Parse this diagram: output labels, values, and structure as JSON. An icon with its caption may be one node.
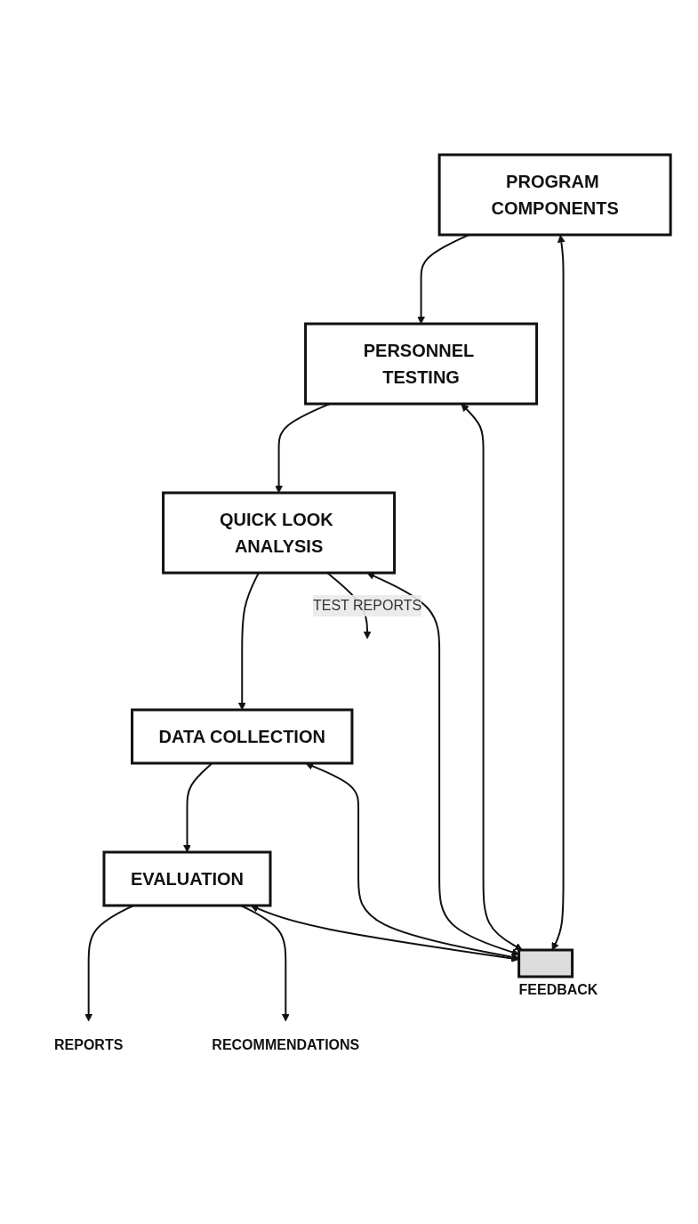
{
  "diagram": {
    "nodes": [
      {
        "text": [
          "PROGRAM COMPONENTS"
        ]
      },
      {
        "text": [
          "PERSONNEL TESTING"
        ]
      },
      {
        "text": [
          "QUICK LOOK ANALYSIS"
        ]
      },
      {
        "text": [
          "DATA COLLECTION"
        ]
      },
      {
        "text": [
          "EVALUATION"
        ]
      },
      {
        "text": [],
        "shape": "bar",
        "beside": [
          "FEEDBACK"
        ]
      },
      {
        "text": [
          "REPORTS"
        ]
      },
      {
        "text": [
          "RECOMMENDATIONS"
        ]
      }
    ],
    "edges": [
      {
        "from": 0,
        "to": 1,
        "arrow": "to"
      },
      {
        "from": 1,
        "to": 2,
        "arrow": "to"
      },
      {
        "from": 2,
        "to": 3,
        "arrow": "to"
      },
      {
        "from": 3,
        "to": 4,
        "arrow": "to"
      },
      {
        "from": 2,
        "to": null,
        "label": "TEST REPORTS",
        "arrow": "to"
      },
      {
        "from": 4,
        "to": 6,
        "arrow": "to"
      },
      {
        "from": 4,
        "to": 7,
        "arrow": "to"
      },
      {
        "from": 0,
        "to": 5,
        "arrow": "both"
      },
      {
        "from": 1,
        "to": 5,
        "arrow": "both"
      },
      {
        "from": 2,
        "to": 5,
        "arrow": "both"
      },
      {
        "from": 3,
        "to": 5,
        "arrow": "both"
      },
      {
        "from": 4,
        "to": 5,
        "arrow": "both"
      }
    ]
  }
}
